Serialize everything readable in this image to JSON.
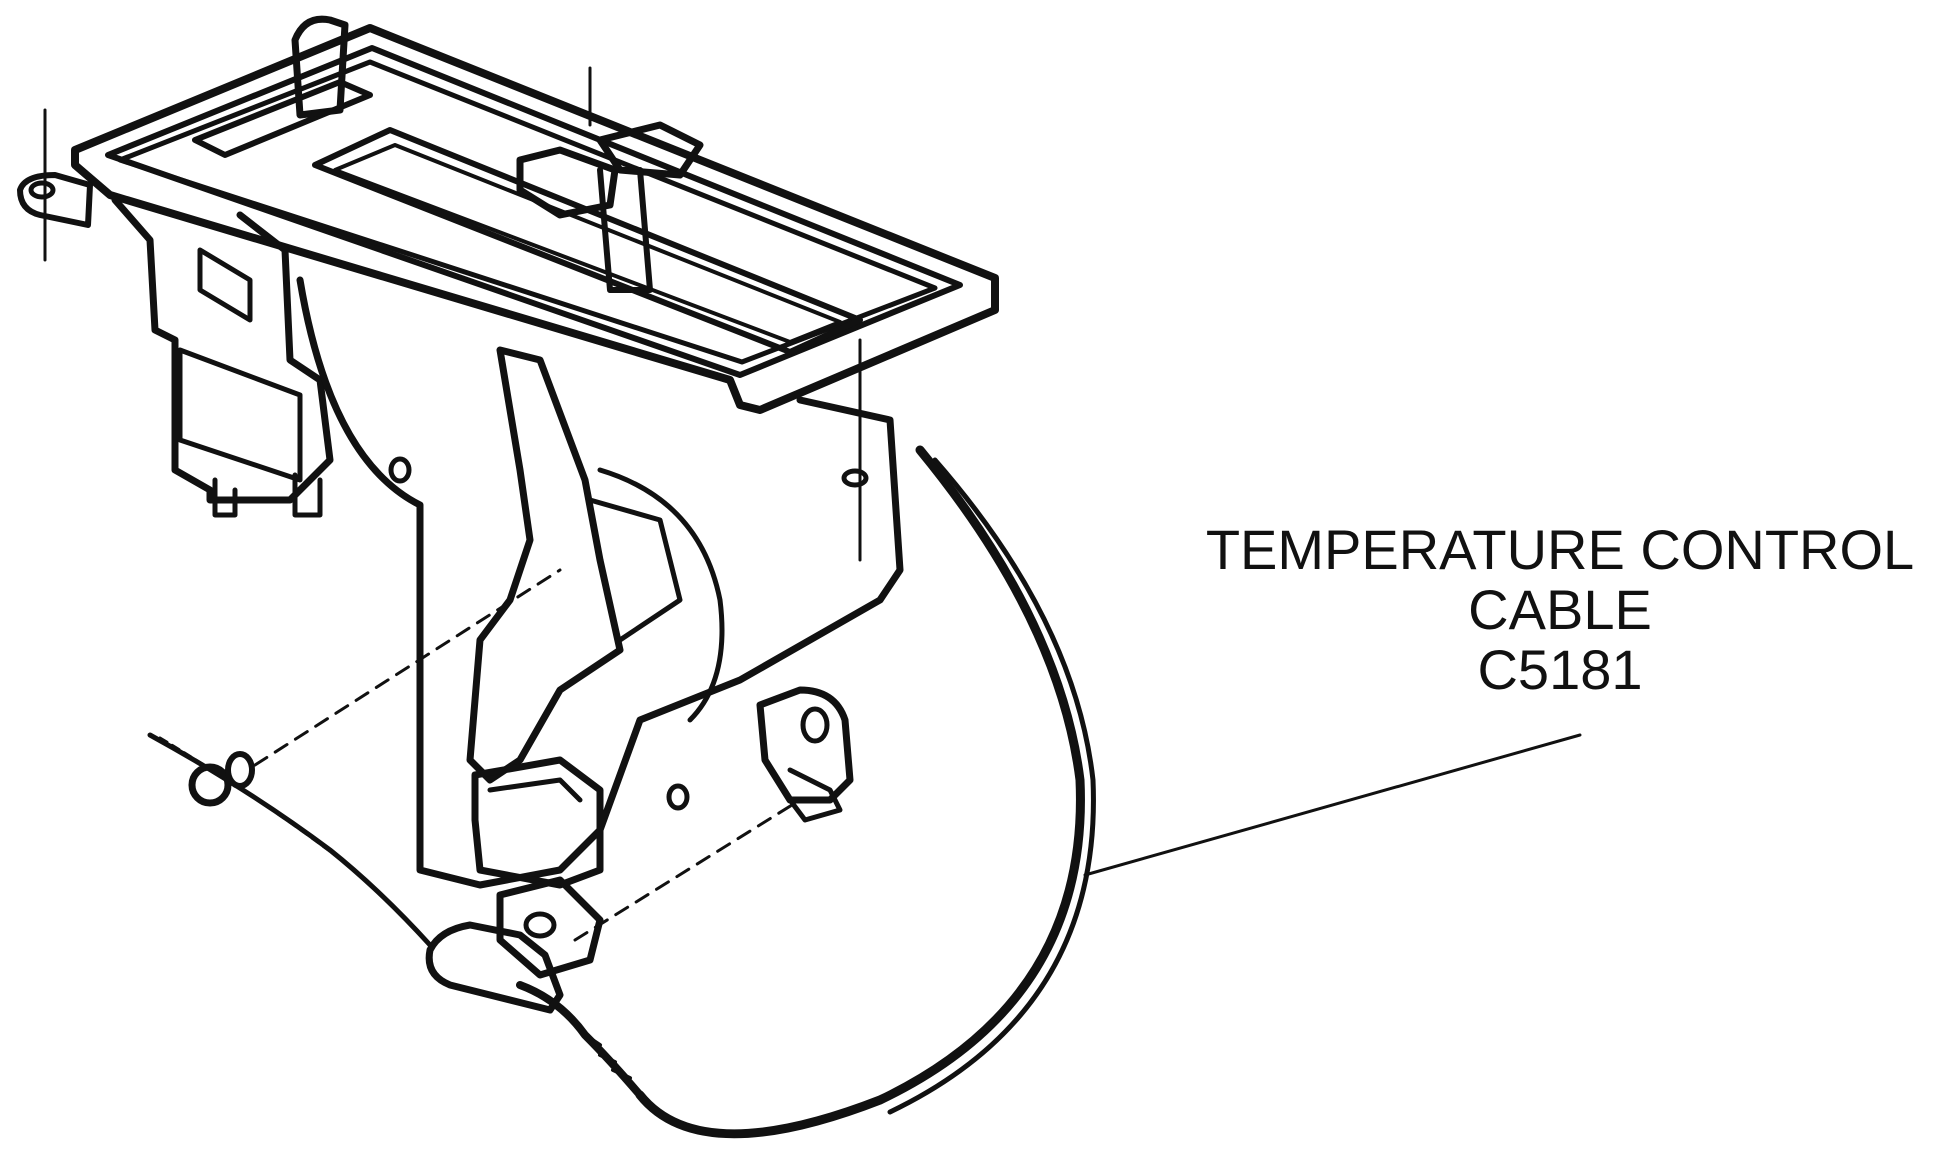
{
  "callout": {
    "line1": "TEMPERATURE CONTROL",
    "line2": "CABLE",
    "part_number": "C5181"
  },
  "colors": {
    "ink": "#111111",
    "background": "#ffffff"
  }
}
